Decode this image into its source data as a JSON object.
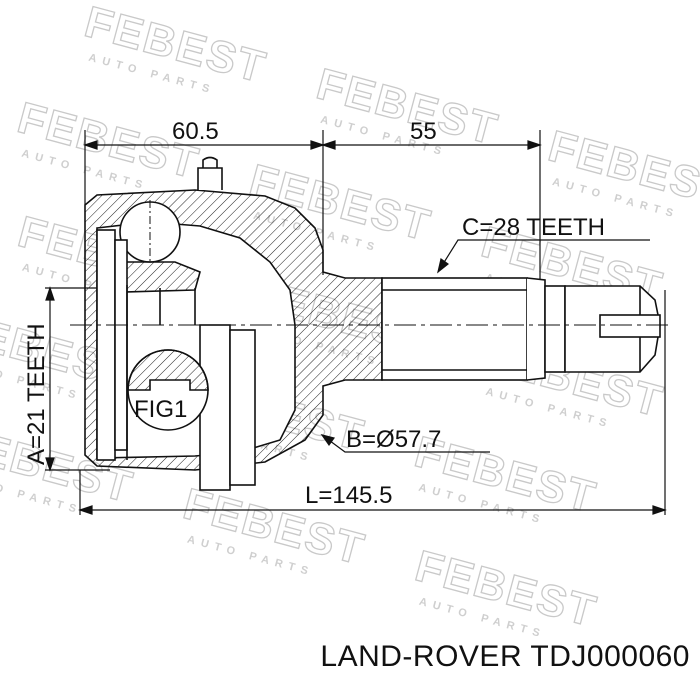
{
  "diagram": {
    "watermark": {
      "brand": "FEBEST",
      "sub": "AUTO PARTS"
    },
    "labels": {
      "dim_top_left": "60.5",
      "dim_top_right": "55",
      "spline_outer": "C=28 TEETH",
      "spline_inner": "A=21 TEETH",
      "diameter": "B=Ø57.7",
      "length": "L=145.5",
      "figure": "FIG1"
    }
  },
  "caption": {
    "text": "LAND-ROVER TDJ000060"
  }
}
